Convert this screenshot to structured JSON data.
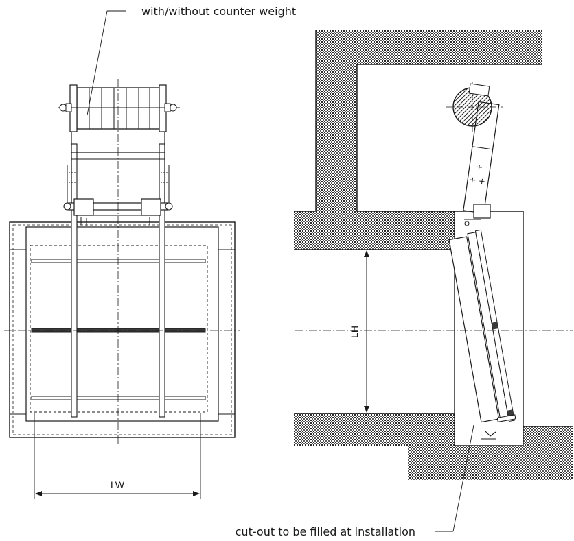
{
  "annotations": {
    "counter_weight": "with/without counter weight",
    "cut_out": "cut-out to be filled at installation"
  },
  "dimensions": {
    "width_label": "LW",
    "height_label": "LH"
  },
  "colors": {
    "ink": "#1a1a1a",
    "hatch_dot": "#2a2a2a",
    "paper": "#ffffff"
  }
}
